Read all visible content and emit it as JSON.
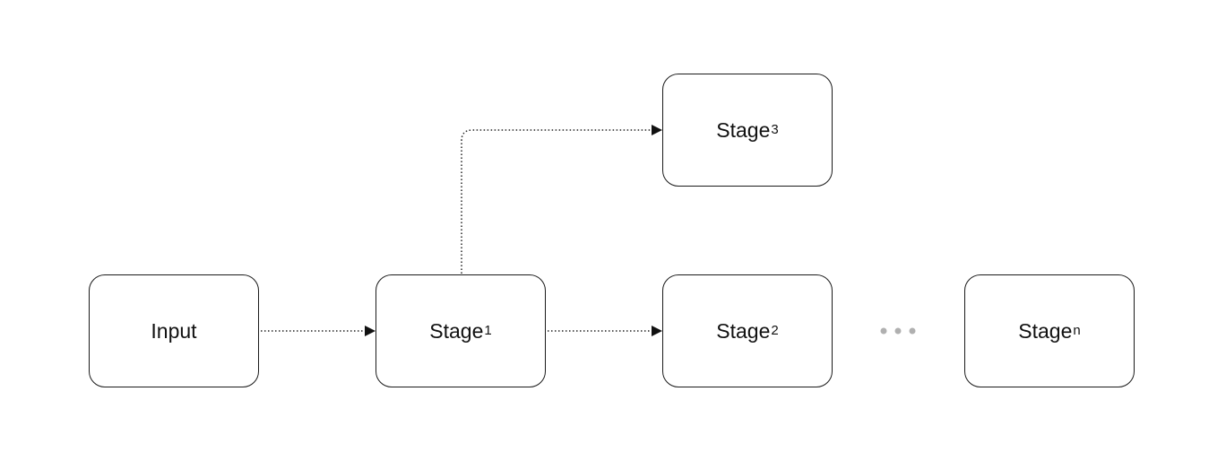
{
  "nodes": {
    "input": {
      "label": "Input"
    },
    "stage1": {
      "label": "Stage",
      "subscript": "1"
    },
    "stage2": {
      "label": "Stage",
      "subscript": "2"
    },
    "stage3": {
      "label": "Stage",
      "subscript": "3"
    },
    "stagen": {
      "label": "Stage",
      "subscript": "n"
    }
  },
  "edges": [
    {
      "from": "input",
      "to": "stage1",
      "style": "dotted-arrow"
    },
    {
      "from": "stage1",
      "to": "stage2",
      "style": "dotted-arrow"
    },
    {
      "from": "stage1",
      "to": "stage3",
      "style": "dotted-elbow-arrow"
    }
  ],
  "ellipsis": {
    "between": [
      "stage2",
      "stagen"
    ],
    "color": "#b0b0b0"
  },
  "colors": {
    "stroke": "#1a1a1a",
    "edge": "#222222",
    "background": "#ffffff"
  }
}
